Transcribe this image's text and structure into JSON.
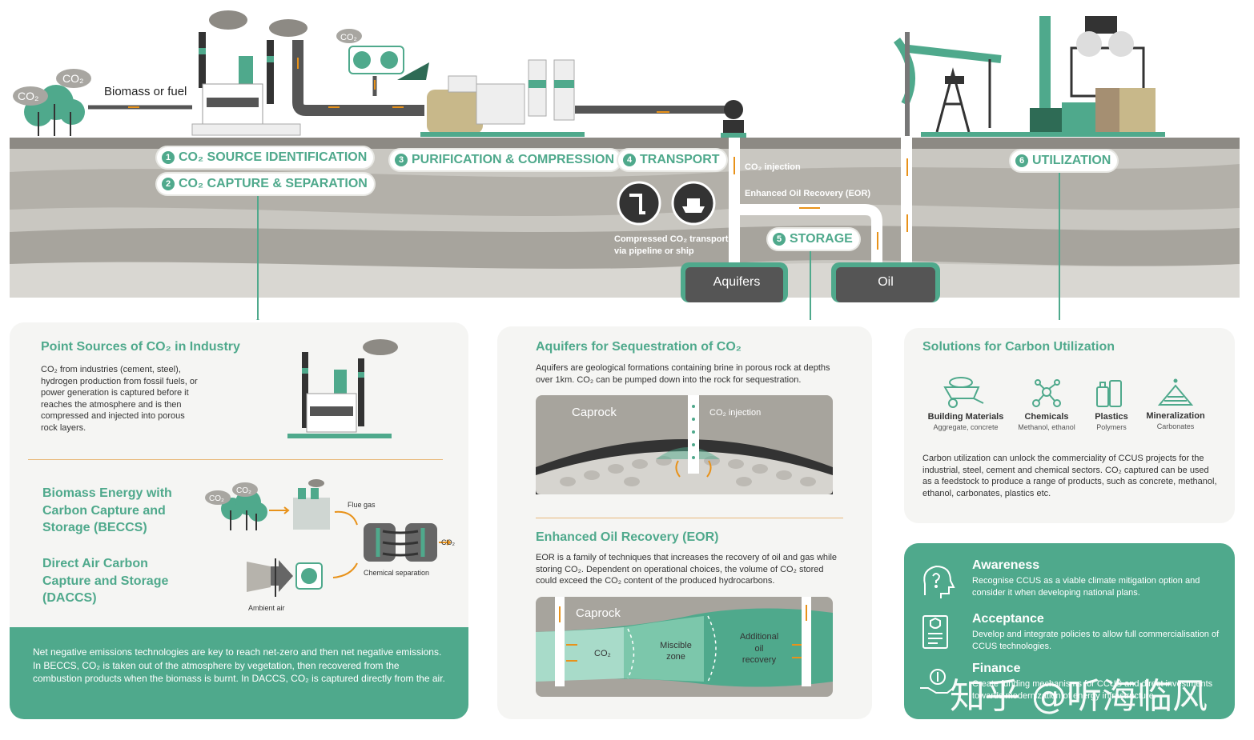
{
  "top": {
    "biomass_label": "Biomass or fuel",
    "co2_cloud": "CO₂",
    "co2_injection": "CO₂ injection",
    "eor": "Enhanced Oil Recovery (EOR)",
    "transport_caption": "Compressed CO₂ transport\nvia pipeline or ship",
    "aquifers": "Aquifers",
    "oil": "Oil"
  },
  "steps": [
    {
      "num": "1",
      "label": "CO₂ SOURCE IDENTIFICATION"
    },
    {
      "num": "2",
      "label": "CO₂ CAPTURE & SEPARATION"
    },
    {
      "num": "3",
      "label": "PURIFICATION & COMPRESSION"
    },
    {
      "num": "4",
      "label": "TRANSPORT"
    },
    {
      "num": "5",
      "label": "STORAGE"
    },
    {
      "num": "6",
      "label": "UTILIZATION"
    }
  ],
  "left_panel": {
    "title": "Point Sources of CO₂ in Industry",
    "body": "CO₂ from industries (cement, steel), hydrogen production from fossil fuels, or power generation is captured before it reaches the atmosphere and is then compressed and injected into porous rock layers.",
    "beccs_title": "Biomass Energy with Carbon Capture and Storage (BECCS)",
    "daccs_title": "Direct Air Carbon Capture and Storage (DACCS)",
    "flue_gas": "Flue gas",
    "chemical_separation": "Chemical separation",
    "co2_out": "CO₂",
    "ambient_air": "Ambient air",
    "footer": "Net negative emissions technologies are key to reach net-zero and then net negative emissions. In BECCS, CO₂ is taken out of the atmosphere by vegetation, then recovered from the combustion products when the biomass is burnt. In DACCS, CO₂  is captured directly from the air."
  },
  "middle_panel": {
    "aquifer_title": "Aquifers for Sequestration of CO₂",
    "aquifer_body": "Aquifers are geological formations containing brine in porous rock at depths over 1km. CO₂ can be pumped down into the rock for sequestration.",
    "caprock": "Caprock",
    "co2_injection": "CO₂ injection",
    "eor_title": "Enhanced Oil Recovery (EOR)",
    "eor_body": "EOR is a family of techniques that increases the recovery of oil and gas while storing CO₂. Dependent on operational choices, the volume of CO₂ stored could exceed the CO₂ content of the produced hydrocarbons.",
    "eor_co2": "CO₂",
    "miscible_zone": "Miscible\nzone",
    "additional_oil": "Additional\noil\nrecovery"
  },
  "right_panel": {
    "title": "Solutions for Carbon Utilization",
    "items": [
      {
        "name": "Building Materials",
        "sub": "Aggregate, concrete",
        "icon": "wheelbarrow-icon"
      },
      {
        "name": "Chemicals",
        "sub": "Methanol, ethanol",
        "icon": "molecule-icon"
      },
      {
        "name": "Plastics",
        "sub": "Polymers",
        "icon": "bottles-icon"
      },
      {
        "name": "Mineralization",
        "sub": "Carbonates",
        "icon": "mineral-pile-icon"
      }
    ],
    "body": "Carbon utilization can unlock the commerciality of CCUS projects for the industrial, steel, cement and chemical sectors. CO₂ captured can be used as a feedstock to produce a range of products, such as concrete, methanol, ethanol, carbonates, plastics etc."
  },
  "green_panel": {
    "items": [
      {
        "title": "Awareness",
        "body": "Recognise CCUS as a viable climate mitigation option and consider it when developing national plans.",
        "icon": "head-question-icon"
      },
      {
        "title": "Acceptance",
        "body": "Develop and integrate policies to allow full commercialisation of CCUS technologies.",
        "icon": "certificate-icon"
      },
      {
        "title": "Finance",
        "body": "Create funding mechanisms for CCUS and direct investments towards modernization of energy infrastructure.",
        "icon": "hand-money-icon"
      }
    ]
  },
  "watermark": "知乎 @听海临风",
  "colors": {
    "green": "#4fa98c",
    "dark_green": "#2e6b55",
    "orange": "#e8921a",
    "ground": "#b6b3ac",
    "dark_grey": "#4d4b48"
  }
}
